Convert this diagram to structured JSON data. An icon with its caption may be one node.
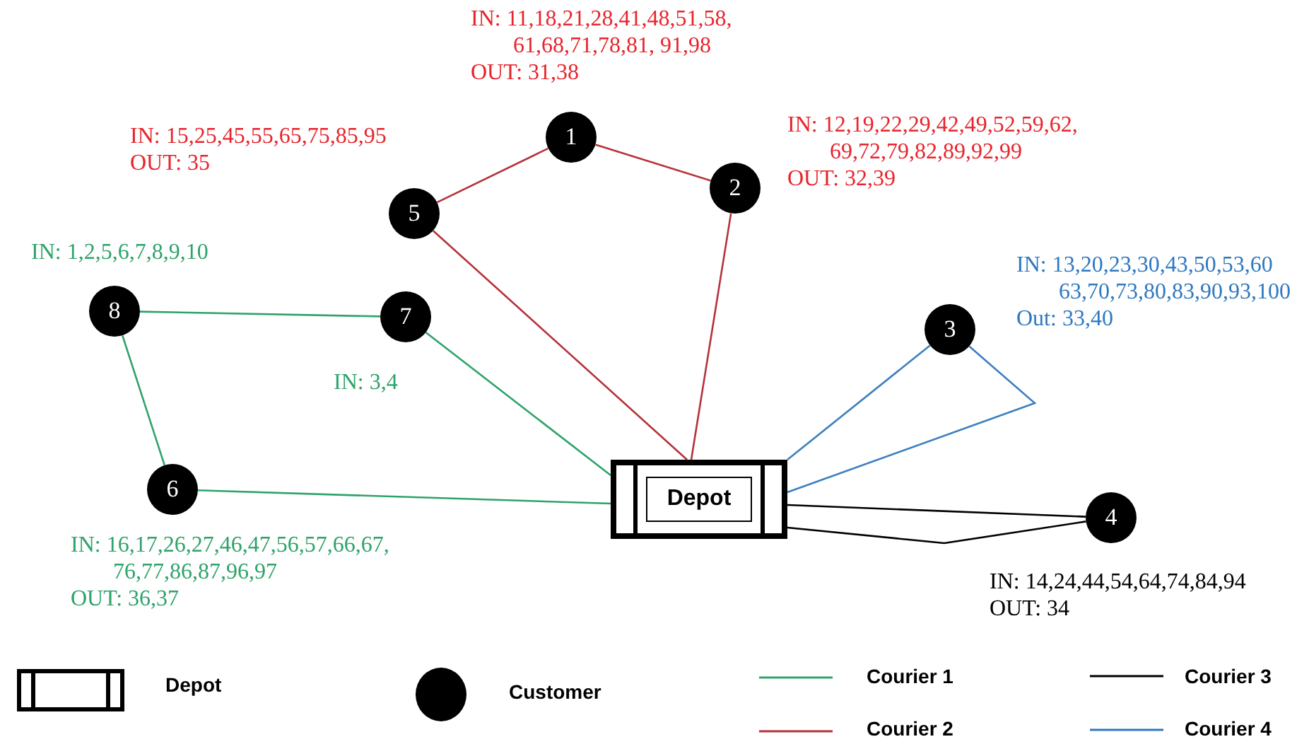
{
  "diagram": {
    "nodes": [
      {
        "text": [
          "Depot"
        ]
      },
      {
        "text": [
          "1"
        ],
        "beside": [
          "IN: 11,18,21,28,41,48,51,58, 61,68,71,78,81, 91,98",
          "OUT: 31,38"
        ]
      },
      {
        "text": [
          "2"
        ],
        "beside": [
          "IN: 12,19,22,29,42,49,52,59,62, 69,72,79,82,89,92,99",
          "OUT: 32,39"
        ]
      },
      {
        "text": [
          "3"
        ],
        "beside": [
          "IN: 13,20,23,30,43,50,53,60 63,70,73,80,83,90,93,100",
          "Out: 33,40"
        ]
      },
      {
        "text": [
          "4"
        ],
        "beside": [
          "IN: 14,24,44,54,64,74,84,94",
          "OUT: 34"
        ]
      },
      {
        "text": [
          "5"
        ],
        "beside": [
          "IN: 15,25,45,55,65,75,85,95",
          "OUT: 35"
        ]
      },
      {
        "text": [
          "6"
        ],
        "beside": [
          "IN: 16,17,26,27,46,47,56,57,66,67, 76,77,86,87,96,97",
          "OUT: 36,37"
        ]
      },
      {
        "text": [
          "7"
        ],
        "beside": [
          "IN: 3,4"
        ]
      },
      {
        "text": [
          "8"
        ],
        "beside": [
          "IN: 1,2,5,6,7,8,9,10"
        ]
      }
    ],
    "edges": [
      {
        "from": 0,
        "to": 5,
        "arrow": "none",
        "color": "#b5323a"
      },
      {
        "from": 5,
        "to": 1,
        "arrow": "none",
        "color": "#b5323a"
      },
      {
        "from": 1,
        "to": 2,
        "arrow": "none",
        "color": "#b5323a"
      },
      {
        "from": 2,
        "to": 0,
        "arrow": "none",
        "color": "#b5323a"
      },
      {
        "from": 0,
        "to": 7,
        "arrow": "none",
        "color": "#2ea36a"
      },
      {
        "from": 7,
        "to": 8,
        "arrow": "none",
        "color": "#2ea36a"
      },
      {
        "from": 8,
        "to": 6,
        "arrow": "none",
        "color": "#2ea36a"
      },
      {
        "from": 6,
        "to": 0,
        "arrow": "none",
        "color": "#2ea36a"
      },
      {
        "from": 0,
        "to": 3,
        "arrow": "none",
        "color": "#3d7fc1"
      },
      {
        "from": 3,
        "to": 0,
        "arrow": "none",
        "color": "#3d7fc1"
      },
      {
        "from": 0,
        "to": 4,
        "arrow": "none",
        "color": "#000000"
      },
      {
        "from": 4,
        "to": 0,
        "arrow": "none",
        "color": "#000000"
      }
    ],
    "legend": [
      {
        "text": "Depot"
      },
      {
        "text": "Customer"
      },
      {
        "text": "Courier 1"
      },
      {
        "text": "Courier 2"
      },
      {
        "text": "Courier 3"
      },
      {
        "text": "Courier 4"
      }
    ]
  }
}
